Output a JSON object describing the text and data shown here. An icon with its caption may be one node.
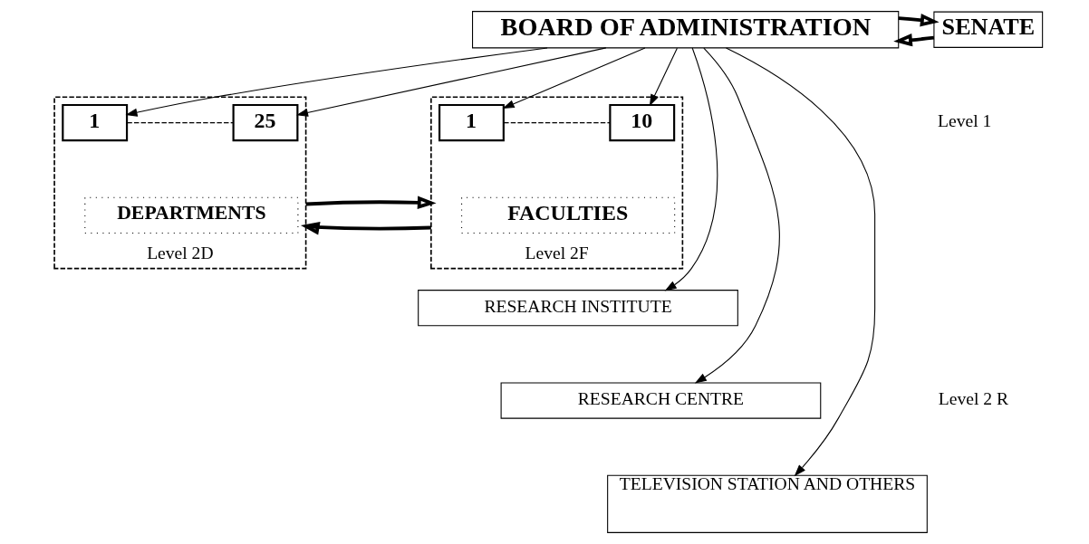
{
  "diagram": {
    "nodes": [
      {
        "text": [
          "BOARD OF ADMINISTRATION"
        ]
      },
      {
        "text": [
          "SENATE"
        ]
      },
      {
        "text": [],
        "shape": "box",
        "beside": [
          "Level 2D"
        ]
      },
      {
        "text": [
          "1"
        ],
        "in": 2
      },
      {
        "text": [
          "25"
        ],
        "in": 2
      },
      {
        "text": [
          "DEPARTMENTS"
        ],
        "in": 2
      },
      {
        "text": [],
        "shape": "box",
        "beside": [
          "Level 2F"
        ]
      },
      {
        "text": [
          "1"
        ],
        "in": 6
      },
      {
        "text": [
          "10"
        ],
        "in": 6
      },
      {
        "text": [
          "FACULTIES"
        ],
        "in": 6
      },
      {
        "text": [
          "RESEARCH INSTITUTE"
        ]
      },
      {
        "text": [
          "RESEARCH CENTRE"
        ]
      },
      {
        "text": [
          "TELEVISION STATION AND OTHERS"
        ]
      }
    ],
    "edges": [
      {
        "from": 1,
        "to": 0,
        "arrow": "to",
        "style": "thick"
      },
      {
        "from": 0,
        "to": 1,
        "arrow": "to",
        "style": "thick"
      },
      {
        "from": 0,
        "to": 3,
        "arrow": "to"
      },
      {
        "from": 0,
        "to": 4,
        "arrow": "to"
      },
      {
        "from": 0,
        "to": 7,
        "arrow": "to"
      },
      {
        "from": 0,
        "to": 8,
        "arrow": "to"
      },
      {
        "from": 3,
        "to": 4,
        "arrow": "none",
        "style": "dashed"
      },
      {
        "from": 7,
        "to": 8,
        "arrow": "none",
        "style": "dashed"
      },
      {
        "from": 6,
        "to": 2,
        "arrow": "to",
        "style": "thick"
      },
      {
        "from": 2,
        "to": 6,
        "arrow": "to",
        "style": "thick"
      },
      {
        "from": 0,
        "to": 10,
        "arrow": "to"
      },
      {
        "from": 0,
        "to": 11,
        "arrow": "to"
      },
      {
        "from": 0,
        "to": 12,
        "arrow": "to"
      }
    ],
    "labels": [
      "Level 1",
      "Level 2 R"
    ]
  }
}
